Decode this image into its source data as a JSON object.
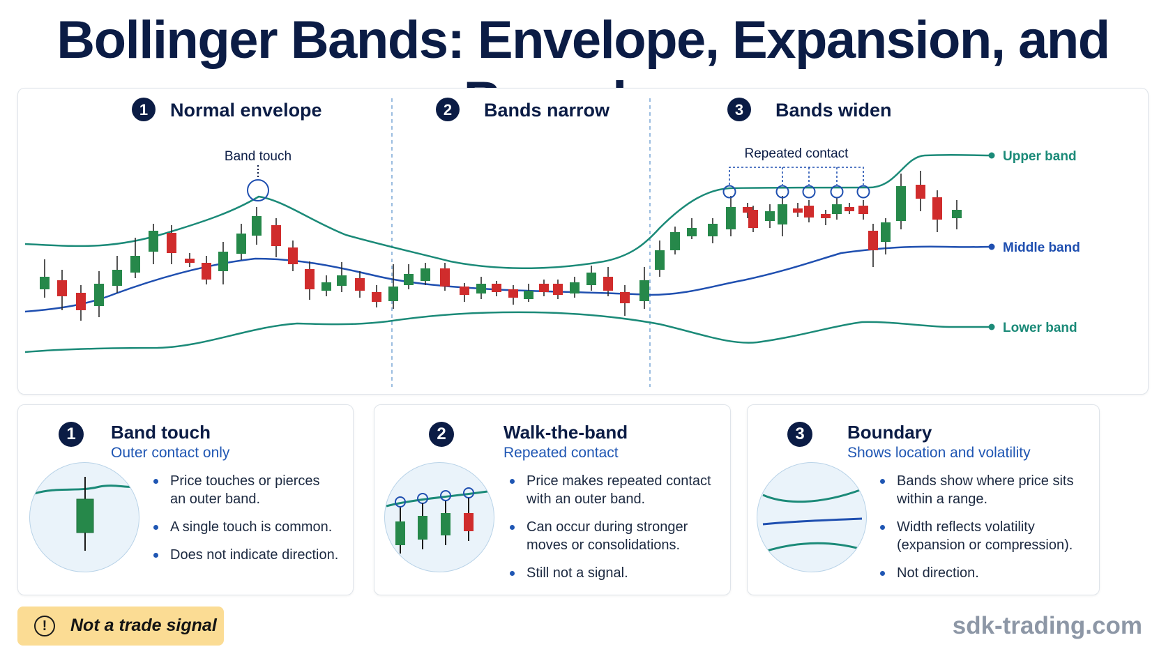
{
  "title": "Bollinger Bands: Envelope, Expansion, and Boundary",
  "sections": [
    {
      "num": "1",
      "label": "Normal envelope"
    },
    {
      "num": "2",
      "label": "Bands narrow"
    },
    {
      "num": "3",
      "label": "Bands widen"
    }
  ],
  "annotations": {
    "band_touch": "Band touch",
    "repeated_contact": "Repeated contact"
  },
  "band_labels": {
    "upper": "Upper band",
    "middle": "Middle band",
    "lower": "Lower band"
  },
  "colors": {
    "bull": "#26884a",
    "bear": "#d02c2c",
    "outer_band": "#1b8a78",
    "middle_band": "#1f4fb0",
    "navy": "#0b1c45",
    "marker": "#1f4fb0",
    "warning": "#fbdc94"
  },
  "cards": [
    {
      "num": "1",
      "title": "Band touch",
      "subtitle": "Outer contact only",
      "bullets": [
        "Price touches or pierces an outer band.",
        "A single touch is common.",
        "Does not indicate direction."
      ]
    },
    {
      "num": "2",
      "title": "Walk-the-band",
      "subtitle": "Repeated contact",
      "bullets": [
        "Price makes repeated contact with an outer band.",
        "Can occur during stronger moves or consolidations.",
        "Still not a signal."
      ]
    },
    {
      "num": "3",
      "title": "Boundary",
      "subtitle": "Shows location and volatility",
      "bullets": [
        "Bands show where price sits within a range.",
        "Width reflects volatility (expansion or compression).",
        "Not direction."
      ]
    }
  ],
  "footer": {
    "warning": "Not a trade signal",
    "warning_icon": "exclamation-icon",
    "brand": "sdk-trading.com"
  }
}
